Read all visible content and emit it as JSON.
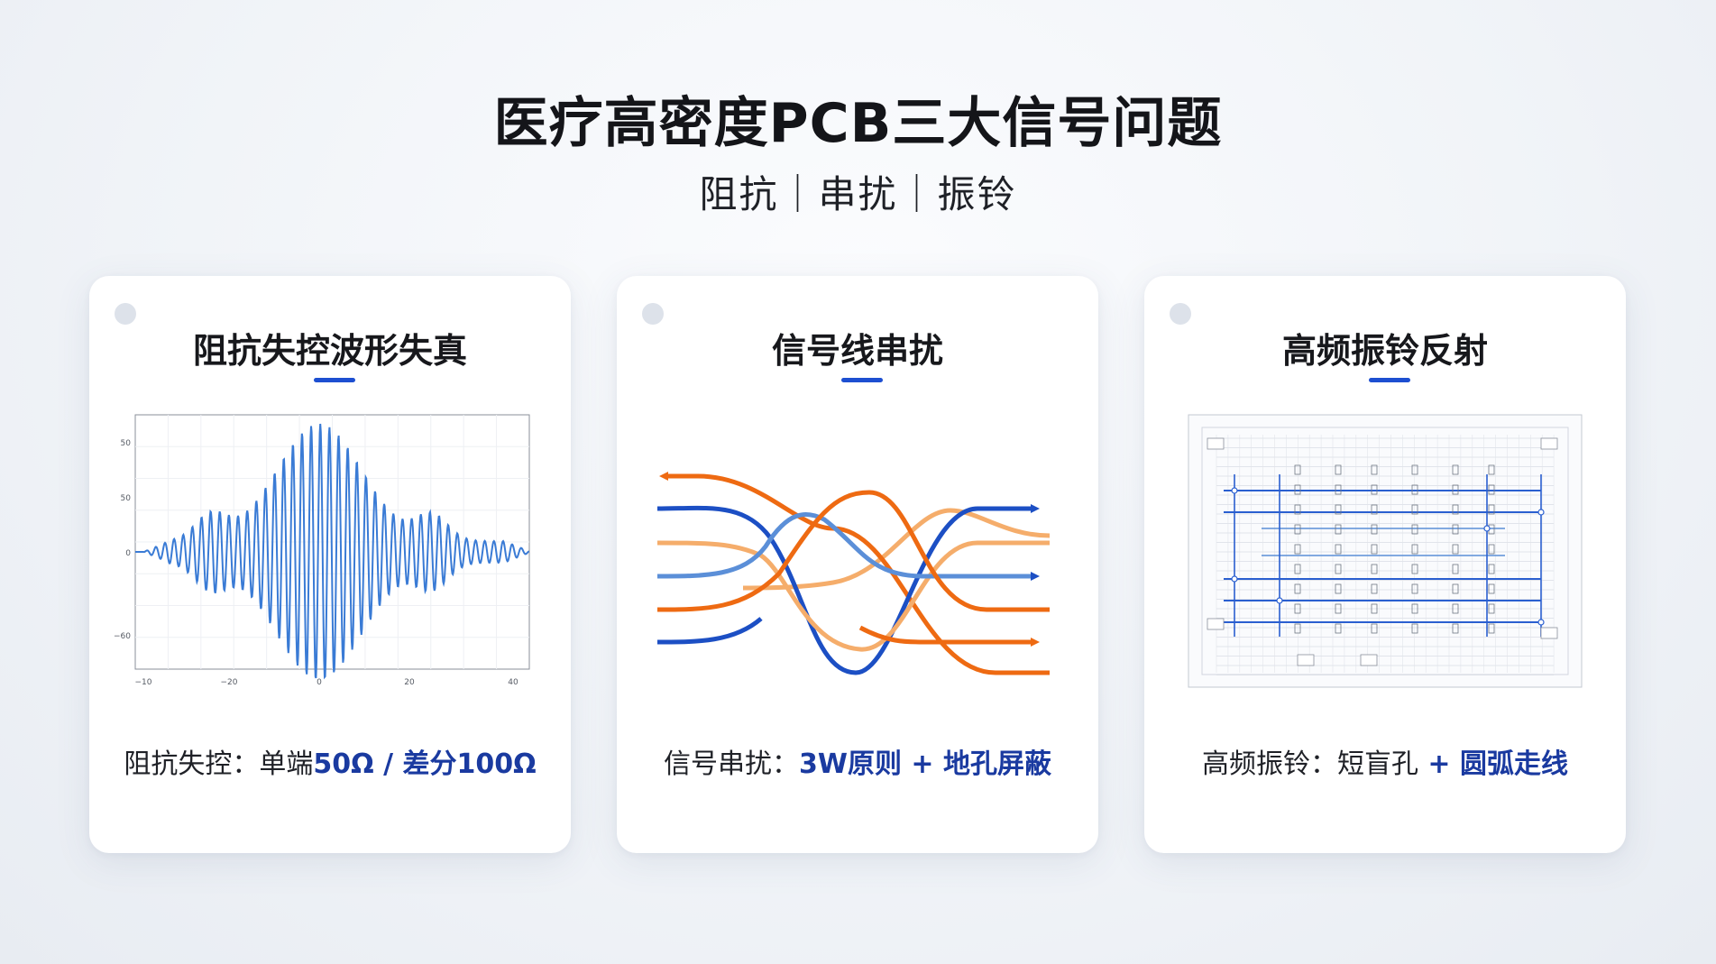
{
  "title": "医疗高密度PCB三大信号问题",
  "subtitle": "阻抗｜串扰｜振铃",
  "colors": {
    "accent": "#1d4fd1",
    "highlight_text": "#1a3aa0",
    "wave_blue": "#3a7bd5",
    "trace_blue": "#1c4fc4",
    "trace_light_blue": "#5b8fd8",
    "trace_orange": "#ee6a12",
    "trace_light_orange": "#f5ad6b"
  },
  "cards": [
    {
      "title": "阻抗失控波形失真",
      "caption_prefix": "阻抗失控：",
      "caption_plain": "单端",
      "caption_highlight": "50Ω / 差分100Ω",
      "figure": "waveform-plot"
    },
    {
      "title": "信号线串扰",
      "caption_prefix": "信号串扰：",
      "caption_plain": "",
      "caption_highlight": "3W原则 + 地孔屏蔽",
      "figure": "crossing-traces"
    },
    {
      "title": "高频振铃反射",
      "caption_prefix": "高频振铃：",
      "caption_plain": "短盲孔",
      "caption_highlight": " + 圆弧走线",
      "figure": "pcb-layout"
    }
  ],
  "chart_data": {
    "type": "line",
    "title": "",
    "xlabel": "",
    "ylabel": "",
    "xlim": [
      -10,
      40
    ],
    "ylim": [
      -60,
      60
    ],
    "x_tick_labels": [
      "−10",
      "−20",
      "0",
      "20",
      "40"
    ],
    "y_tick_labels": [
      "50",
      "50",
      "0",
      "−60"
    ],
    "series": [
      {
        "description_shape": "amplitude-modulated oscillation centered near x=0",
        "peak_amplitude": 55,
        "baseline": 0
      }
    ]
  }
}
